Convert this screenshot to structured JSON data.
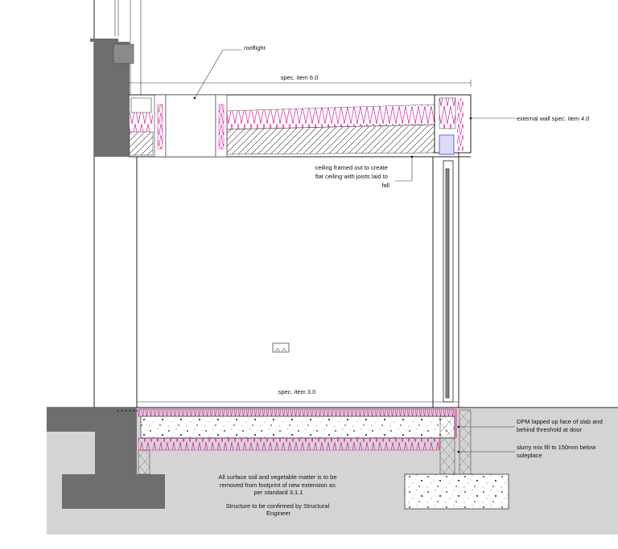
{
  "drawing": {
    "colors": {
      "ground": "#d4d4d4",
      "masonry": "#6e6e6e",
      "insulation": "#e0199a",
      "window_frame": "#7b7be0"
    },
    "labels": {
      "rooflight": "rooflight",
      "roof_spec": "spec. item 6.0",
      "external_wall": "external wall spec. item 4.0",
      "ceiling": [
        "ceiling framed out to create",
        "flat ceiling with joists laid to",
        "fall"
      ],
      "floor_spec": "spec. item 3.0",
      "dpm": [
        "DPM lapped up face of slab and",
        "behind threshold at door"
      ],
      "slurry": [
        "slurry mix fill to 150mm below",
        "soleplace"
      ]
    },
    "notes": {
      "soil": [
        "All surface soil and vegetable matter is to be",
        "removed from footprint of new extension as",
        "per standard 3.1.1"
      ],
      "structure": [
        "Structure to be confirmed by Structural",
        "Engineer"
      ]
    }
  }
}
